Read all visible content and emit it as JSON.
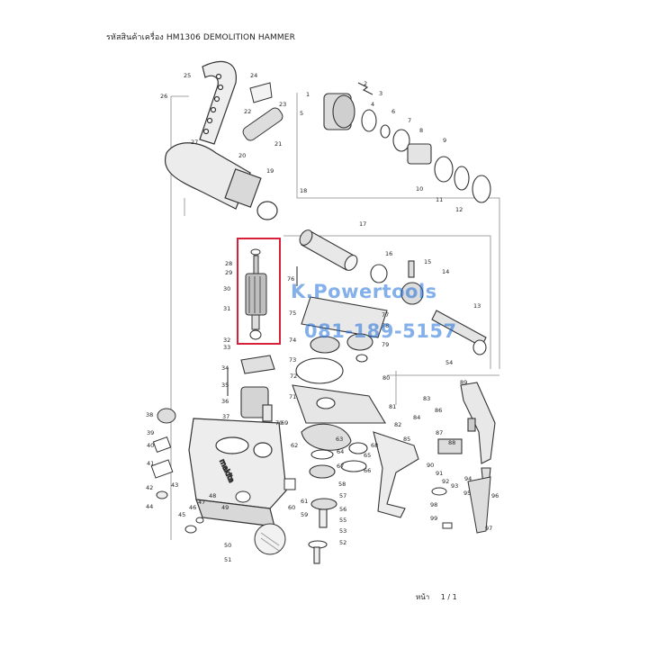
{
  "header": {
    "title": "รหัสสินค้าเครื่อง HM1306  DEMOLITION HAMMER"
  },
  "footer": {
    "page_prefix": "หน้า",
    "page_number": "1 / 1"
  },
  "watermark": {
    "line1": "K.Powertools",
    "line2": "081-189-5157",
    "color": "#1e6fd9"
  },
  "highlight": {
    "color": "#d9203a",
    "parts": [
      "28",
      "29",
      "30",
      "31",
      "32",
      "33"
    ]
  },
  "part_labels": [
    "1",
    "2",
    "3",
    "4",
    "5",
    "6",
    "7",
    "8",
    "9",
    "10",
    "11",
    "12",
    "13",
    "14",
    "15",
    "16",
    "17",
    "18",
    "19",
    "20",
    "21",
    "22",
    "23",
    "24",
    "25",
    "26",
    "27",
    "28",
    "29",
    "30",
    "31",
    "32",
    "33",
    "34",
    "35",
    "36",
    "37",
    "38",
    "39",
    "40",
    "41",
    "42",
    "43",
    "44",
    "45",
    "46",
    "47",
    "48",
    "49",
    "50",
    "51",
    "52",
    "53",
    "54",
    "55",
    "56",
    "57",
    "58",
    "59",
    "60",
    "61",
    "62",
    "63",
    "64",
    "65",
    "66",
    "67",
    "68",
    "69",
    "70",
    "71",
    "72",
    "73",
    "74",
    "75",
    "76",
    "77",
    "78",
    "79",
    "80",
    "81",
    "82",
    "83",
    "84",
    "85",
    "86",
    "87",
    "88",
    "89",
    "90",
    "91",
    "92",
    "93",
    "94",
    "95",
    "96",
    "97",
    "98",
    "99"
  ]
}
